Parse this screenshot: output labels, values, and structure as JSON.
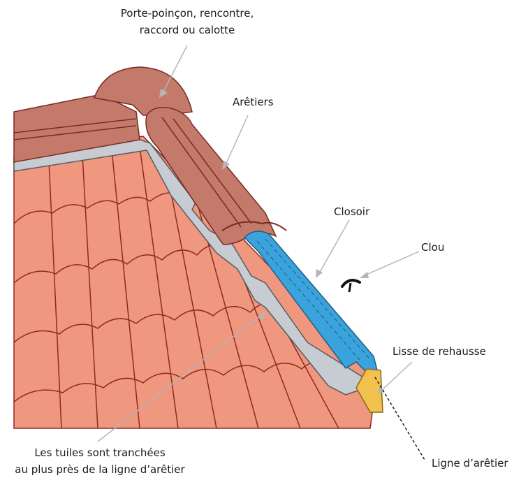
{
  "labels": {
    "porte_poincon_line1": "Porte-poinçon, rencontre,",
    "porte_poincon_line2": "raccord ou calotte",
    "aretiers": "Arêtiers",
    "closoir": "Closoir",
    "clou": "Clou",
    "lisse_de_rehausse": "Lisse de rehausse",
    "tuiles_line1": "Les tuiles sont tranchées",
    "tuiles_line2": "au plus près de la ligne d’arêtier",
    "ligne_aretier": "Ligne d’arêtier"
  },
  "colors": {
    "tile_fill": "#f0977f",
    "tile_stroke": "#8e2a22",
    "ridge_fill": "#c47a6a",
    "ridge_stroke": "#7a2a22",
    "metal_fill": "#c6ccd2",
    "metal_stroke": "#555c63",
    "closoir_fill": "#3aa3dc",
    "lisse_fill": "#f2c14e",
    "leader_line": "#b5b5b5"
  }
}
